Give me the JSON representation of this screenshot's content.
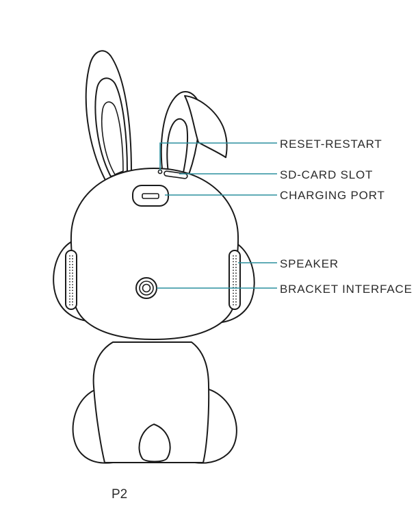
{
  "callouts": {
    "reset_restart": "RESET-RESTART",
    "sd_card_slot": "SD-CARD SLOT",
    "charging_port": "CHARGING PORT",
    "speaker": "SPEAKER",
    "bracket_interface": "BRACKET INTERFACE"
  },
  "figure_label": "P2",
  "colors": {
    "leader_line": "#2a8f9e",
    "outline": "#1a1a1a",
    "text": "#2b2b2b"
  }
}
